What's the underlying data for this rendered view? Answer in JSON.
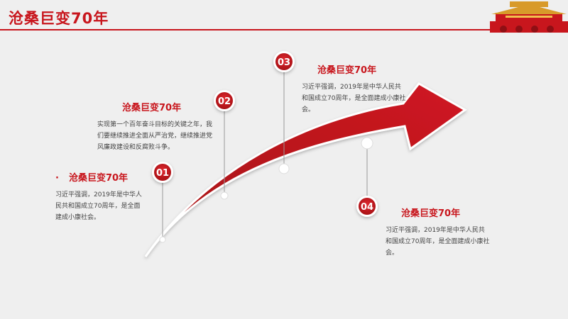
{
  "page": {
    "title": "沧桑巨变70年"
  },
  "colors": {
    "accent": "#c8161d",
    "accent_dark": "#a31016",
    "background": "#efefef",
    "text": "#444444"
  },
  "steps": [
    {
      "number": "01",
      "heading": "沧桑巨变70年",
      "body": "习近平强调，2019年是中华人民共和国成立70周年，是全面建成小康社会。",
      "bullet": "·"
    },
    {
      "number": "02",
      "heading": "沧桑巨变70年",
      "body": "实现第一个百年奋斗目标的关键之年，我们要继续推进全面从严治党，继续推进党风廉政建设和反腐败斗争。"
    },
    {
      "number": "03",
      "heading": "沧桑巨变70年",
      "body": "习近平强调，2019年是中华人民共和国成立70周年，是全面建成小康社会。"
    },
    {
      "number": "04",
      "heading": "沧桑巨变70年",
      "body": "习近平强调，2019年是中华人民共和国成立70周年，是全面建成小康社会。"
    }
  ]
}
